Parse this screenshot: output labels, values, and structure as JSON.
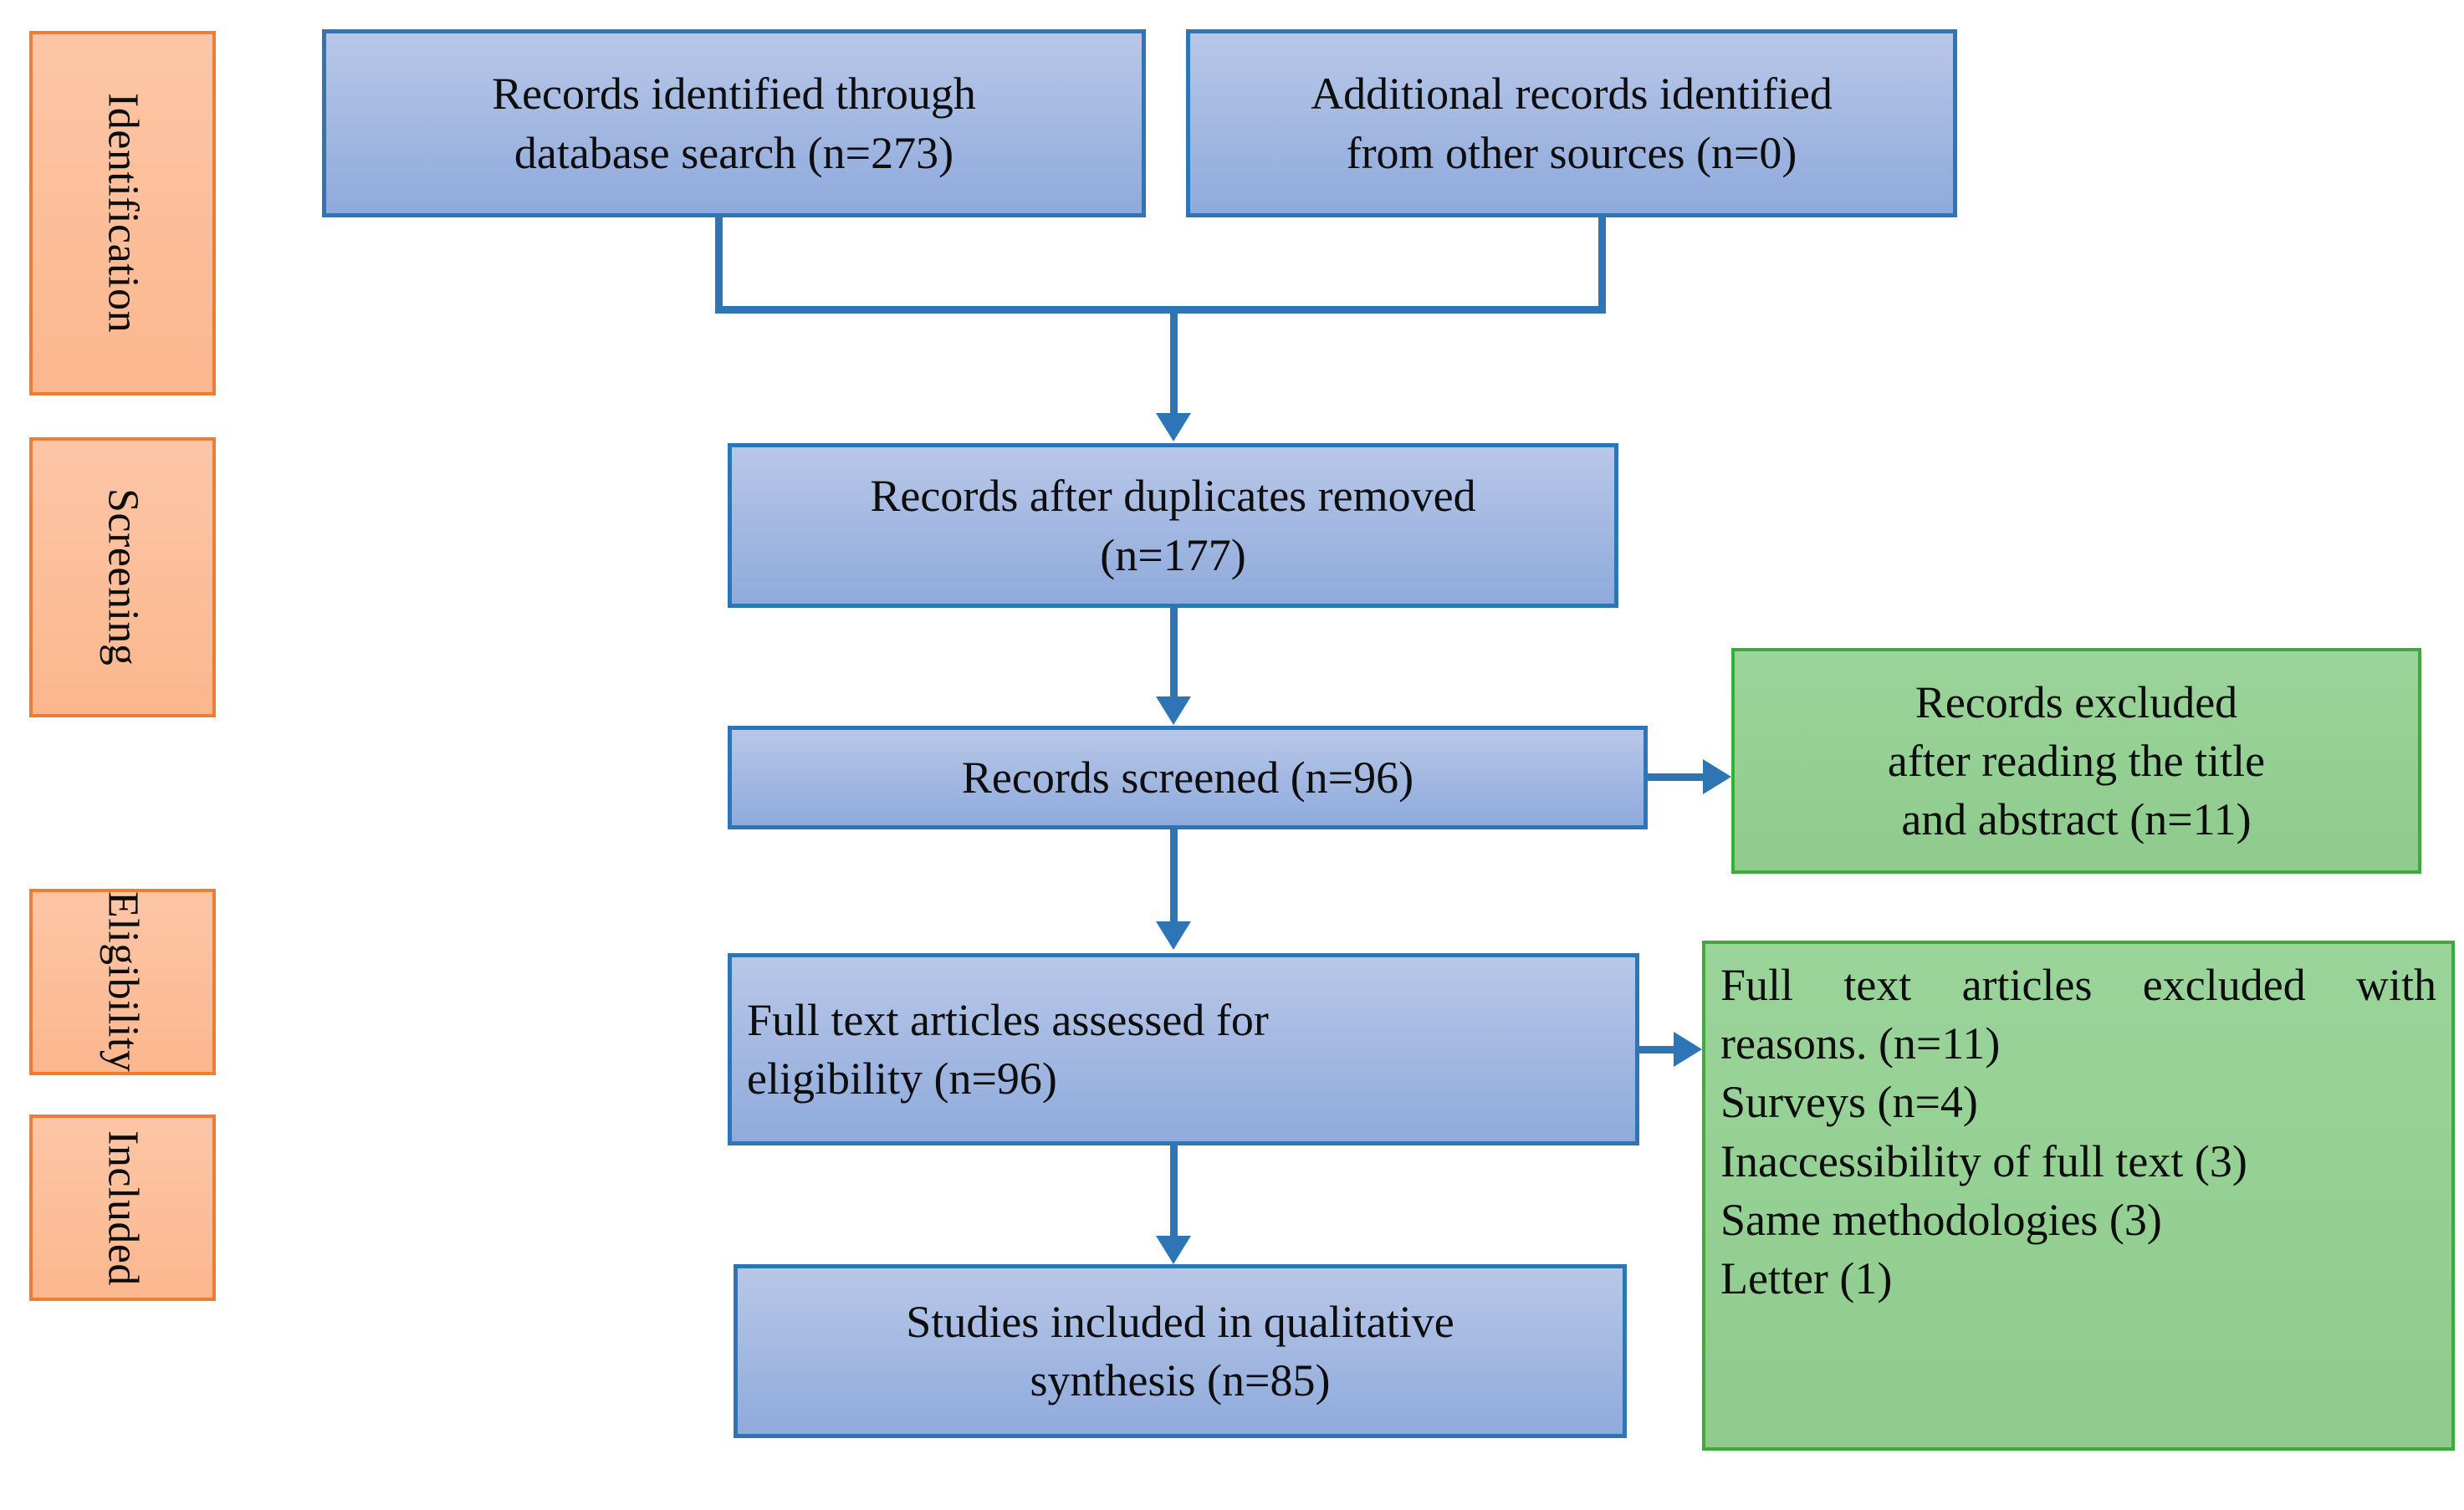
{
  "diagram": {
    "title": "PRISMA flow diagram",
    "colors": {
      "blue_fill_top": "#b8c7e7",
      "blue_fill_bottom": "#8faadc",
      "blue_border": "#2e75b6",
      "green_fill_top": "#9ad49a",
      "green_fill_bottom": "#8fcb8d",
      "green_border": "#3cab3c",
      "orange_fill_top": "#fcc6a6",
      "orange_fill_bottom": "#fbb78e",
      "orange_border": "#ed7d31",
      "text": "#0d0d0d"
    }
  },
  "stages": [
    {
      "id": "identification",
      "label": "Identification"
    },
    {
      "id": "screening",
      "label": "Screening"
    },
    {
      "id": "eligibility",
      "label": "Eligibility"
    },
    {
      "id": "included",
      "label": "Included"
    }
  ],
  "nodes": {
    "records_database": {
      "text": "Records identified through\ndatabase search (n=273)",
      "count": 273
    },
    "records_other_sources": {
      "text": "Additional records identified\nfrom other sources (n=0)",
      "count": 0
    },
    "records_deduplicated": {
      "text": "Records after duplicates removed\n(n=177)",
      "count": 177
    },
    "records_screened": {
      "text": "Records screened (n=96)",
      "count": 96
    },
    "records_excluded": {
      "text": "Records excluded\nafter reading the title\nand abstract (n=11)",
      "count": 11
    },
    "fulltext_assessed": {
      "text": "Full text articles assessed for\neligibility (n=96)",
      "count": 96
    },
    "fulltext_excluded": {
      "text": "Full text articles excluded with reasons. (n=11)\nSurveys (n=4)\nInaccessibility of full text (3)\nSame methodologies (3)\nLetter (1)",
      "line1": "Full text articles excluded with reasons. (n=11)",
      "line2": "Surveys (n=4)",
      "line3": "Inaccessibility of full text (3)",
      "line4": "Same methodologies (3)",
      "line5": "Letter (1)",
      "count": 11,
      "reasons": [
        {
          "label": "Surveys",
          "count": 4
        },
        {
          "label": "Inaccessibility of full text",
          "count": 3
        },
        {
          "label": "Same methodologies",
          "count": 3
        },
        {
          "label": "Letter",
          "count": 1
        }
      ]
    },
    "studies_included": {
      "text": "Studies included in qualitative\nsynthesis (n=85)",
      "count": 85
    }
  }
}
